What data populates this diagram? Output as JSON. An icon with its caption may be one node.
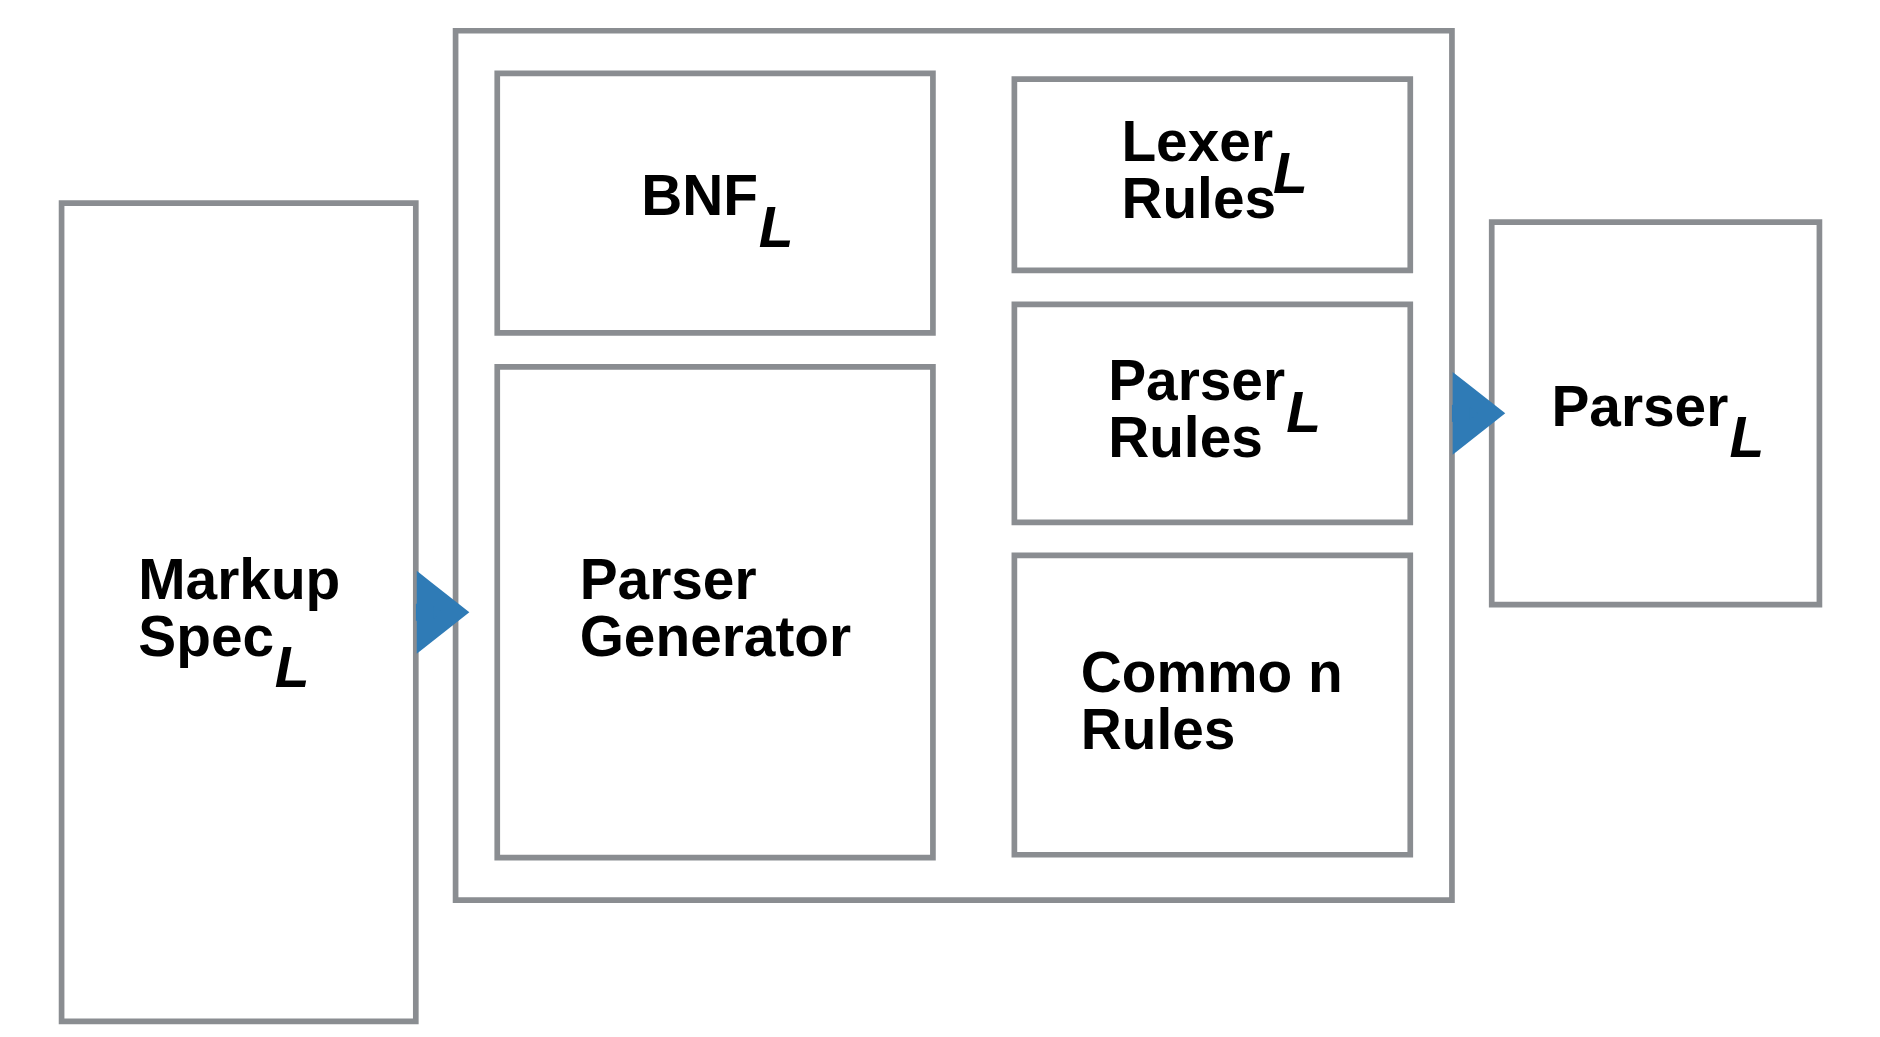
{
  "diagram": {
    "nodes": [
      {
        "text": [
          "Markup Spec$_{L}$"
        ]
      },
      {
        "text": [],
        "shape": "box"
      },
      {
        "text": [
          "BNF$_{L}$"
        ],
        "in": 1
      },
      {
        "text": [
          "Lexer$_{L}$ Rules"
        ],
        "in": 1
      },
      {
        "text": [
          "Parser$_{L}$ Rules"
        ],
        "in": 1
      },
      {
        "text": [
          "Parser Generator"
        ],
        "in": 1
      },
      {
        "text": [
          "Commo n Rules"
        ],
        "in": 1
      },
      {
        "text": [
          "Parser$_{L}$"
        ]
      }
    ],
    "edges": [
      {
        "from": 0,
        "to": 1,
        "arrow": "to",
        "style": "thick",
        "color": "#2f7bb6"
      },
      {
        "from": 1,
        "to": 7,
        "arrow": "to",
        "style": "thick",
        "color": "#2f7bb6"
      }
    ]
  }
}
